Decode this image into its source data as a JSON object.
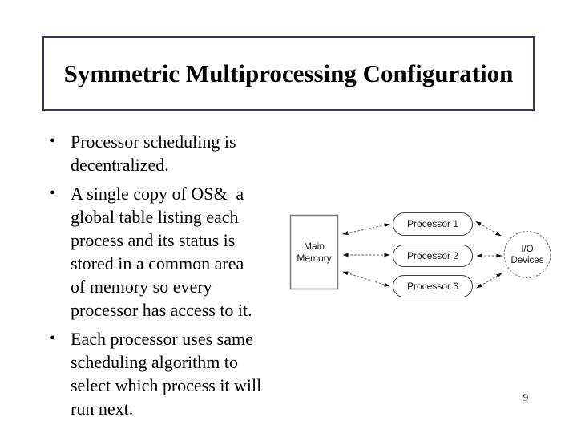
{
  "slide": {
    "title": "Symmetric Multiprocessing Configuration",
    "bullet_glyph": "•",
    "bullets": [
      [
        "Processor scheduling is",
        "decentralized."
      ],
      [
        "A single copy of OS&  a",
        "global table listing each",
        "process and its status is",
        "stored in a common area",
        "of memory so every",
        "processor has access to it."
      ],
      [
        "Each processor uses same",
        "scheduling algorithm to",
        "select which process it will",
        "run next."
      ]
    ],
    "page_number": "9"
  },
  "diagram": {
    "nodes": {
      "main_memory": "Main Memory",
      "processor1": "Processor 1",
      "processor2": "Processor 2",
      "processor3": "Processor 3",
      "io_devices": "I/O Devices"
    },
    "colors": {
      "title_box_border": "#34345c",
      "memory_box_stroke": "#7a7a7a",
      "processor_stroke": "#3f3f3f",
      "io_circle_stroke": "#6e6e6e",
      "connector_line": "#5c5c5c",
      "arrowhead": "#111111",
      "page_number_text": "#56566e"
    }
  }
}
